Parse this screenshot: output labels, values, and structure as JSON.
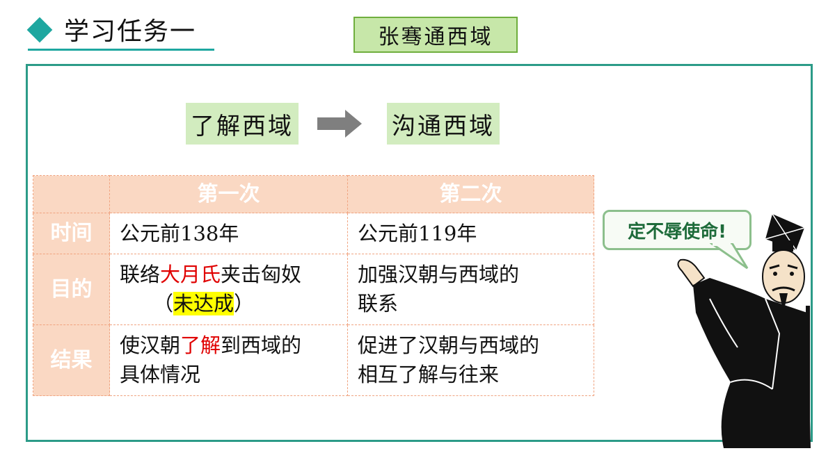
{
  "header": {
    "title": "学习任务一"
  },
  "topic": {
    "label": "张骞通西域"
  },
  "flow": {
    "step1": "了解西域",
    "step2": "沟通西域"
  },
  "table": {
    "col1": "第一次",
    "col2": "第二次",
    "rows": {
      "time": {
        "label": "时间",
        "first": "公元前138年",
        "second": "公元前119年"
      },
      "goal": {
        "label": "目的",
        "first_pre": "联络",
        "first_red": "大月氏",
        "first_post": "夹击匈奴",
        "first_paren_open": "（",
        "first_hl": "未达成",
        "first_paren_close": "）",
        "second_l1": "加强汉朝与西域的",
        "second_l2": "联系"
      },
      "result": {
        "label": "结果",
        "first_pre": "使汉朝",
        "first_red": "了解",
        "first_post": "到西域的",
        "first_l2": "具体情况",
        "second_l1": "促进了汉朝与西域的",
        "second_l2": "相互了解与往来"
      }
    }
  },
  "speech": {
    "text": "定不辱使命!"
  },
  "colors": {
    "accent": "#1ea7a0",
    "frame": "#2c9b88",
    "header_fill": "#fad8c3",
    "flow_fill": "#d2ecbf",
    "emphasis": "#e00000",
    "highlight": "#ffff00"
  },
  "icons": {
    "arrow": "right-arrow-icon",
    "diamond": "diamond-icon",
    "figure": "zhang-qian-figure-icon"
  }
}
